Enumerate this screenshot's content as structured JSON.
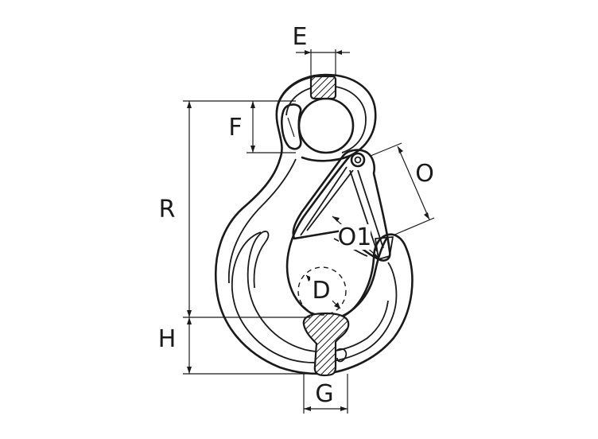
{
  "labels": {
    "e": "E",
    "f": "F",
    "r": "R",
    "h": "H",
    "o": "O",
    "o1": "O1",
    "d": "D",
    "g": "G"
  }
}
